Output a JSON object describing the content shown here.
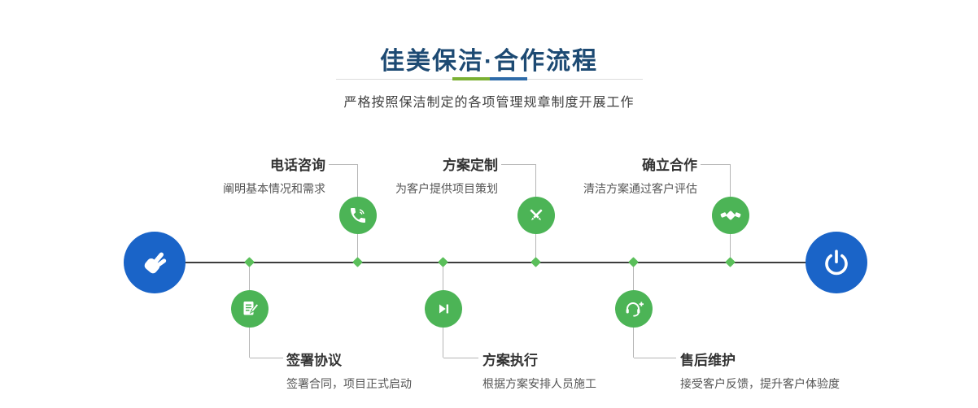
{
  "page": {
    "title": "佳美保洁·合作流程",
    "subtitle": "严格按照保洁制定的各项管理规章制度开展工作"
  },
  "colors": {
    "green": "#4cb456",
    "blue": "#1a64c8",
    "title-blue": "#1d4a73",
    "accent-green": "#7ab032",
    "accent-blue": "#2e6ba8",
    "line-dark": "#3d3d3d",
    "connector": "#b5b5b5",
    "diamond-green": "#5abf5a"
  },
  "flow": {
    "start": {
      "icon": "hand-pointer-icon"
    },
    "end": {
      "icon": "power-icon"
    },
    "steps": [
      {
        "title": "电话咨询",
        "desc": "阐明基本情况和需求",
        "icon": "phone-icon",
        "position": "top"
      },
      {
        "title": "方案定制",
        "desc": "为客户提供项目策划",
        "icon": "design-tools-icon",
        "position": "top"
      },
      {
        "title": "确立合作",
        "desc": "清洁方案通过客户评估",
        "icon": "handshake-icon",
        "position": "top"
      },
      {
        "title": "签署协议",
        "desc": "签署合同，项目正式启动",
        "icon": "contract-icon",
        "position": "bottom"
      },
      {
        "title": "方案执行",
        "desc": "根据方案安排人员施工",
        "icon": "play-icon",
        "position": "bottom"
      },
      {
        "title": "售后维护",
        "desc": "接受客户反馈，提升客户体验度",
        "icon": "headset-icon",
        "position": "bottom"
      }
    ]
  }
}
